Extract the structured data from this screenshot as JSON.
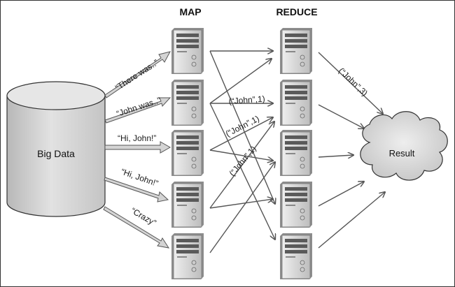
{
  "headers": {
    "map": "MAP",
    "reduce": "REDUCE"
  },
  "source": {
    "label": "Big Data"
  },
  "result": {
    "label": "Result"
  },
  "inputs": [
    "“There was..”",
    "“John was..”",
    "“Hi, John!”",
    "“Hi, John!”",
    "“Crazy”"
  ],
  "pairs": [
    "(“John”,1)",
    "(“John”,1)",
    "(“John”,1)"
  ],
  "reduced": "(“John”,3)",
  "colors": {
    "server_light": "#e4e4e4",
    "server_dark": "#8a8a8a",
    "arrow": "#555555",
    "cylinder": "#d2d2d2",
    "cloud": "#d6d6d6"
  },
  "icons": {
    "map_server": "server-icon",
    "reduce_server": "server-icon",
    "data_store": "database-cylinder-icon",
    "result_store": "cloud-icon"
  }
}
